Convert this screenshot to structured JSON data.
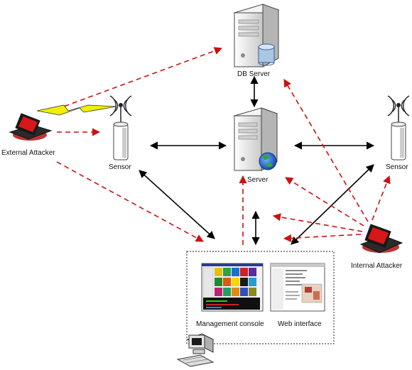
{
  "nodes": {
    "db_server": "DB Server",
    "server": "Server",
    "sensor_left": "Sensor",
    "sensor_right": "Sensor",
    "external_attacker": "External Attacker",
    "internal_attacker": "Internal Attacker",
    "management_console": "Management console",
    "web_interface": "Web interface"
  },
  "colors": {
    "attack_line": "#cc1111",
    "link_line": "#000000",
    "server_body": "#e9e9e9",
    "laptop_red": "#d81818",
    "lightning": "#f2ee00"
  },
  "icons": {
    "db_server": "server-database-icon",
    "server": "server-globe-icon",
    "sensor": "antenna-sensor-icon",
    "attacker": "laptop-icon",
    "workstation": "desktop-computer-icon"
  }
}
